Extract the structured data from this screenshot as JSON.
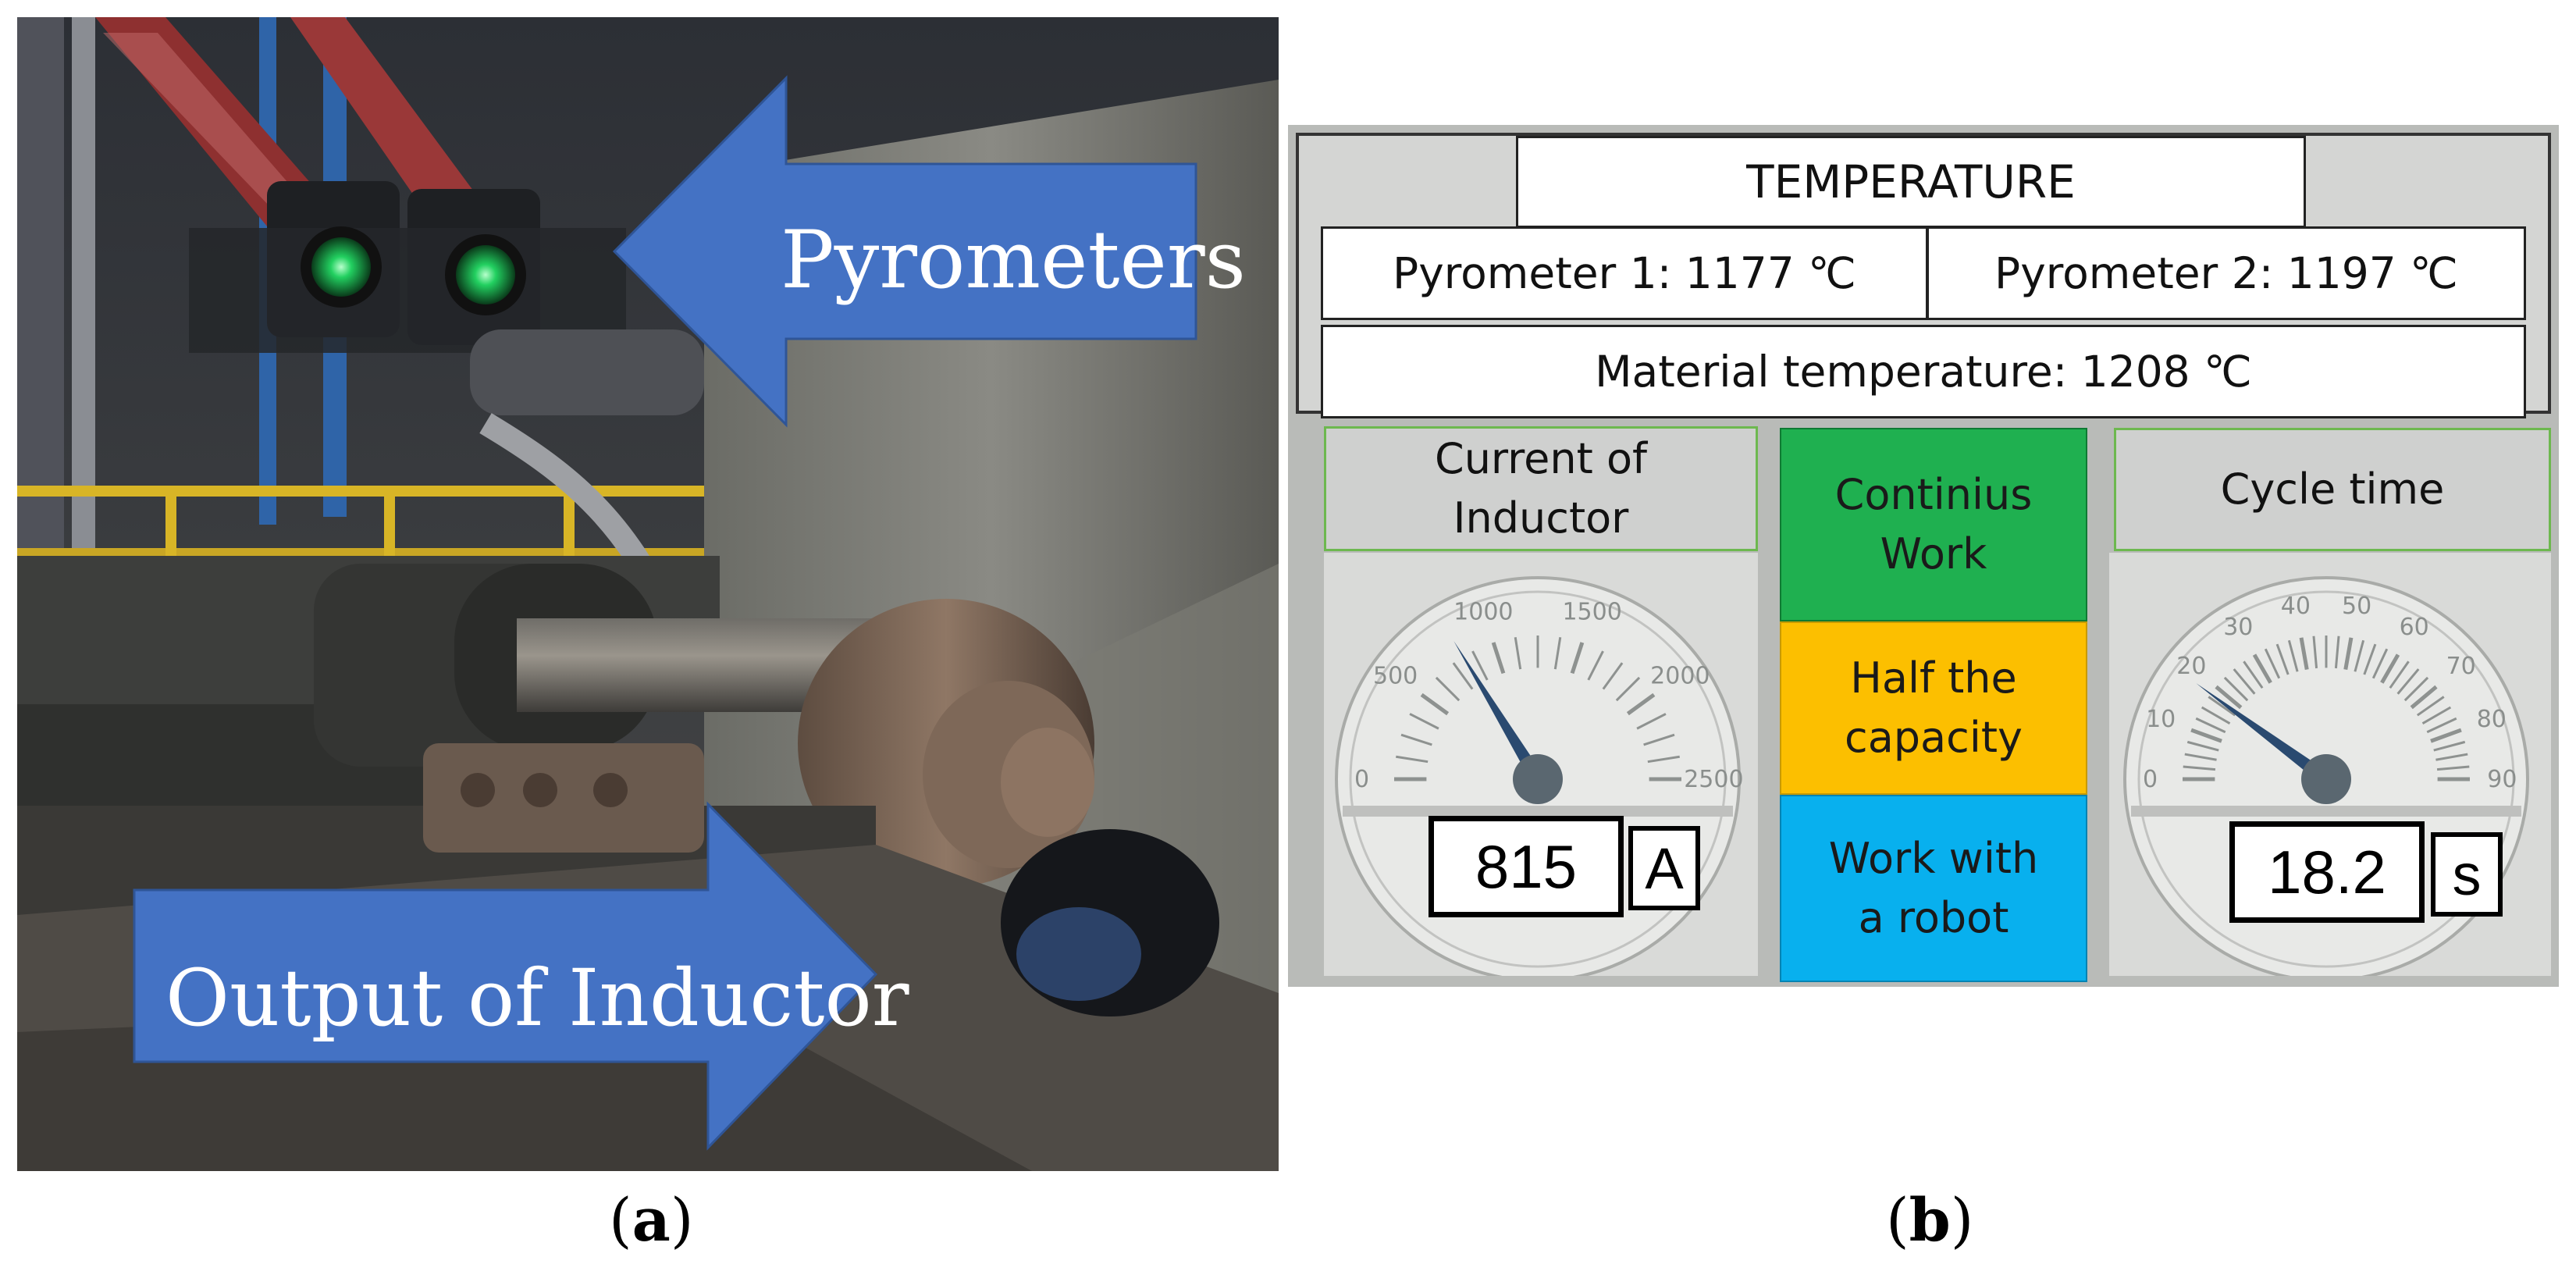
{
  "panel_a": {
    "arrow_pyrometers_label": "Pyrometers",
    "arrow_output_label": "Output of Inductor",
    "arrow_color": "#4472c4"
  },
  "panel_b": {
    "temperature_header": "TEMPERATURE",
    "pyrometer1_label": "Pyrometer 1: 1177 ℃",
    "pyrometer2_label": "Pyrometer 2: 1197 ℃",
    "material_temperature_label": "Material temperature: 1208 ℃",
    "current_title_line1": "Current of",
    "current_title_line2": "Inductor",
    "cycle_title": "Cycle time",
    "mode_continuous_line1": "Continius",
    "mode_continuous_line2": "Work",
    "mode_half_line1": "Half the",
    "mode_half_line2": "capacity",
    "mode_robot_line1": "Work with",
    "mode_robot_line2": "a robot",
    "colors": {
      "continuous": "#1fb050",
      "half": "#fcbf00",
      "robot": "#08b0ee"
    },
    "current_gauge": {
      "ticks": [
        "0",
        "500",
        "1000",
        "1500",
        "2000",
        "2500"
      ],
      "min": 0,
      "max": 2500,
      "value": 815,
      "readout": "815",
      "unit": "A"
    },
    "cycle_gauge": {
      "ticks": [
        "0",
        "10",
        "20",
        "30",
        "40",
        "50",
        "60",
        "70",
        "80",
        "90"
      ],
      "min": 0,
      "max": 90,
      "value": 18.2,
      "readout": "18.2",
      "unit": "s"
    }
  },
  "captions": {
    "a_open": "(",
    "a_letter": "a",
    "a_close": ")",
    "b_open": "(",
    "b_letter": "b",
    "b_close": ")"
  }
}
